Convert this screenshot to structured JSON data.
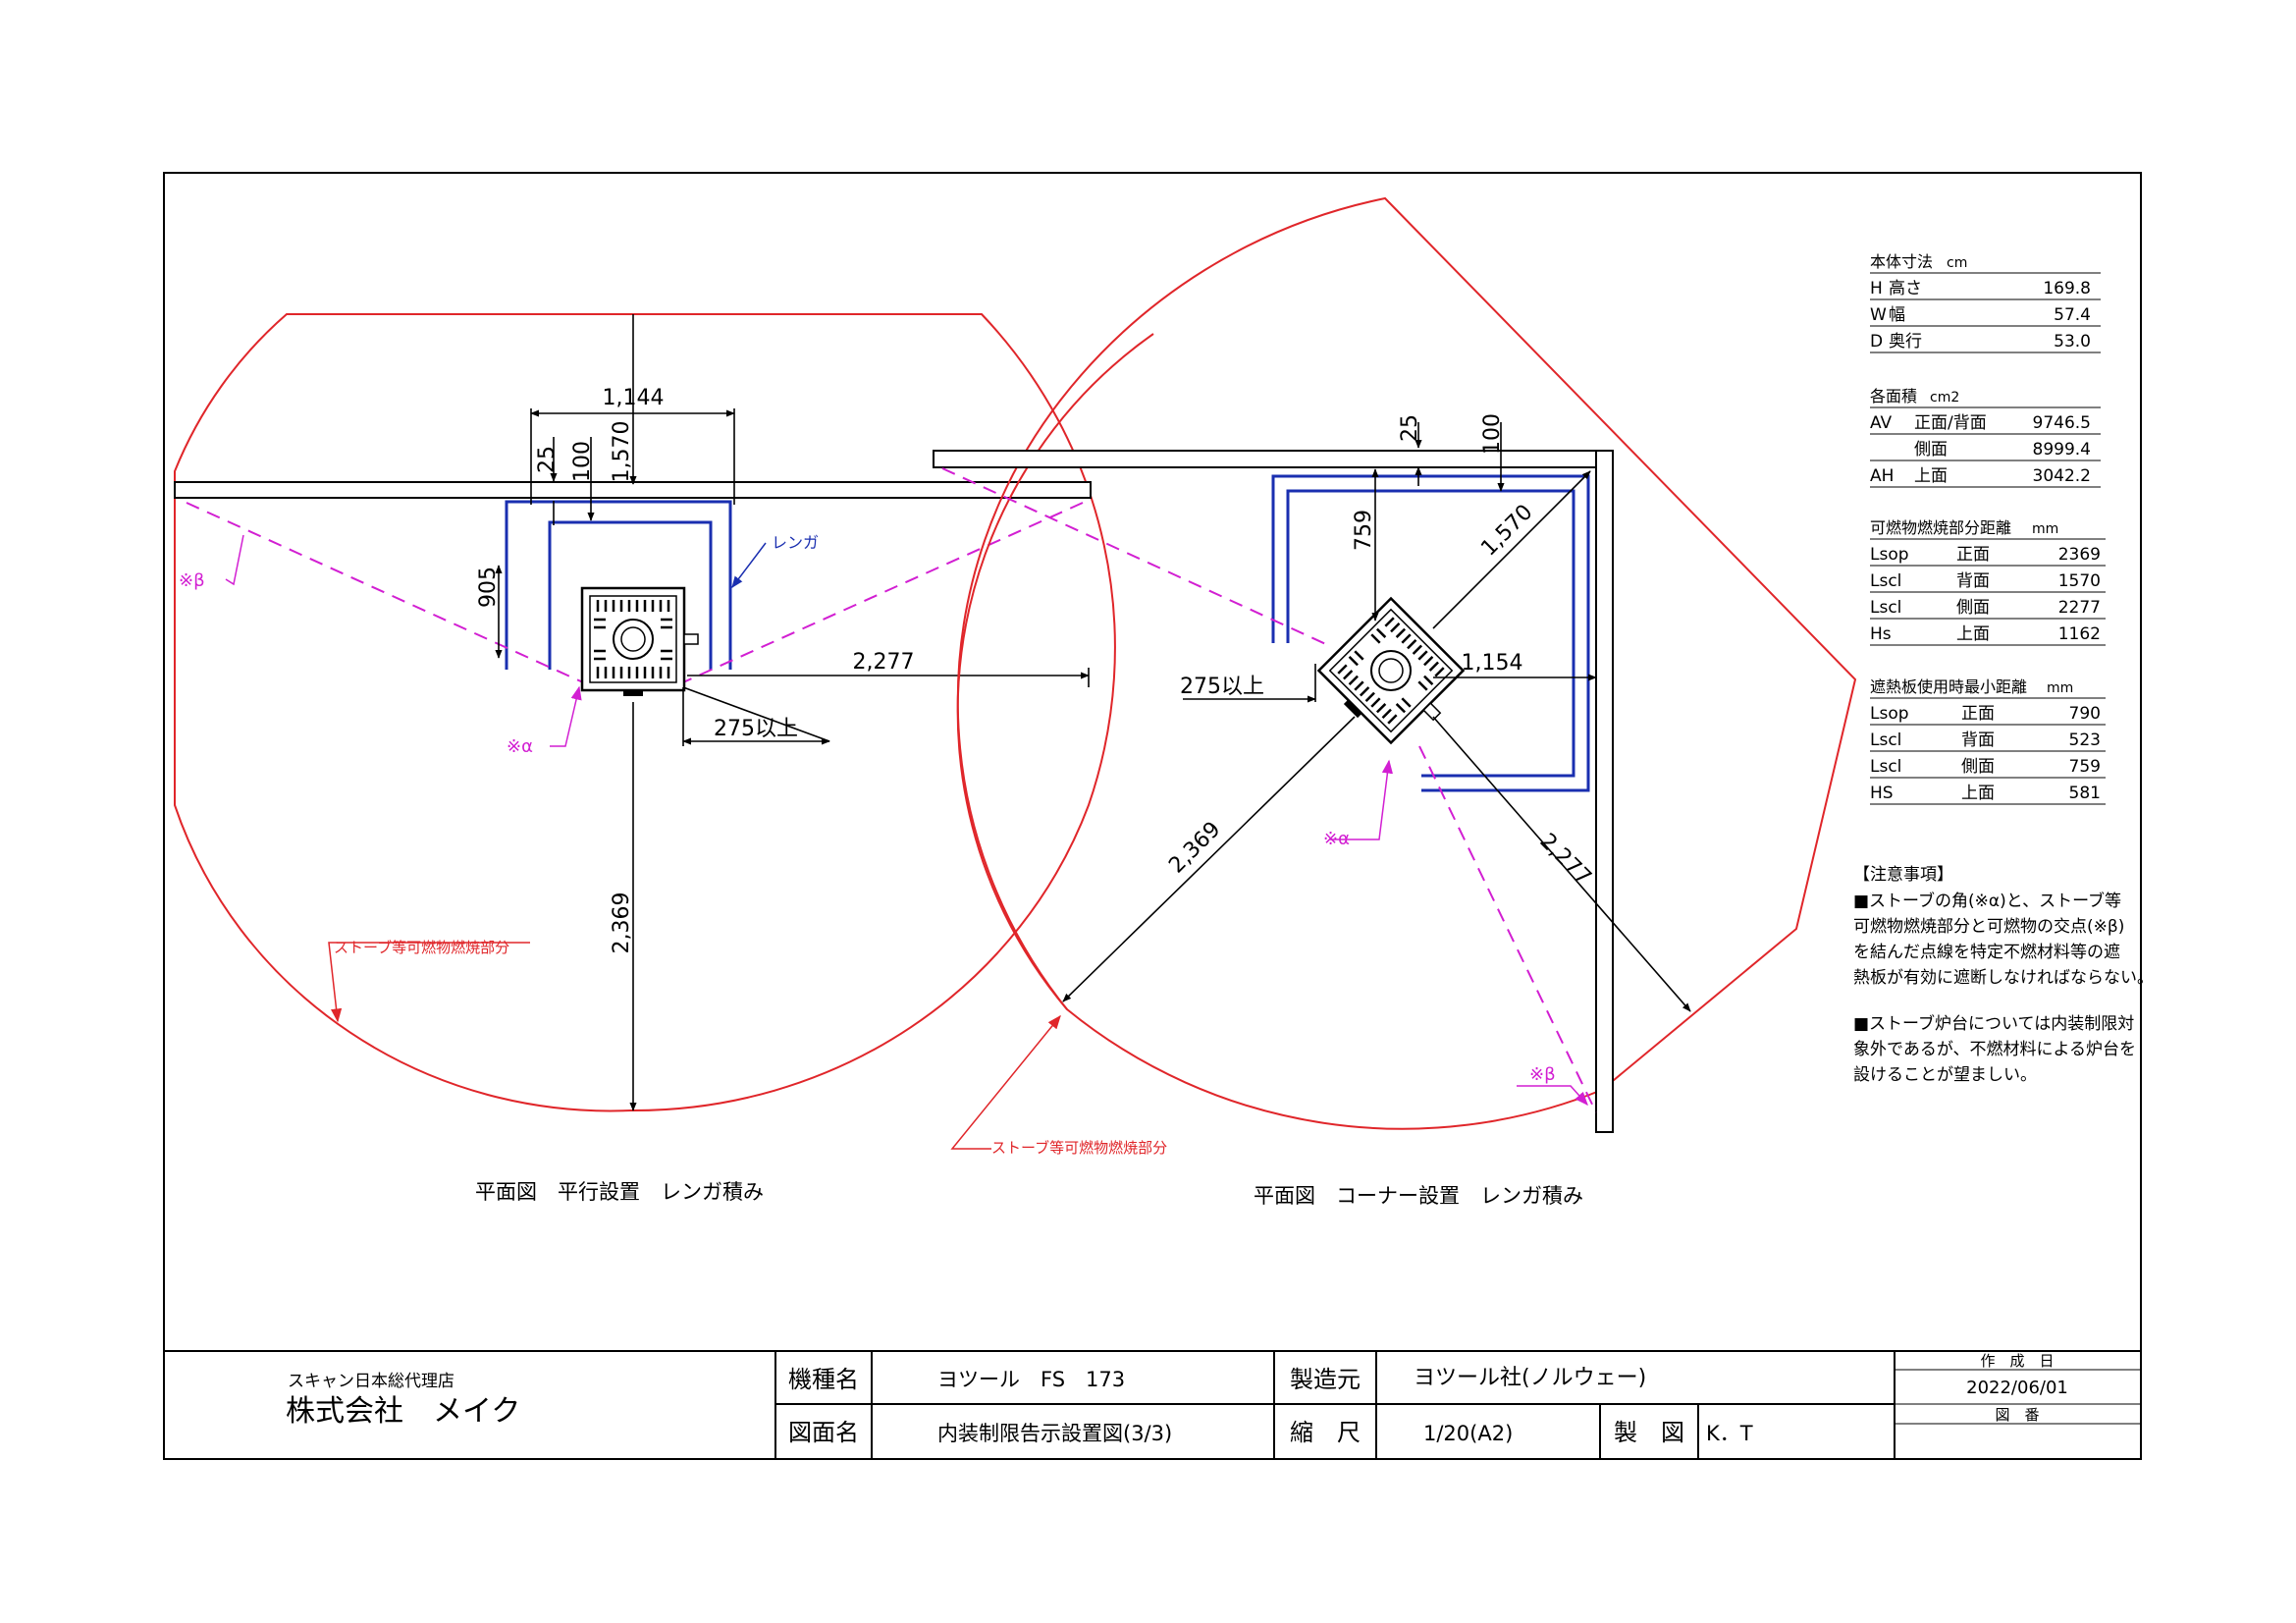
{
  "drawings": {
    "parallel": {
      "title": "平面図　平行設置　レンガ積み",
      "dims": {
        "width": "1,144",
        "top_gap": "25",
        "top_gap2": "100",
        "rear": "1,570",
        "side_height": "905",
        "side": "2,277",
        "hearth": "275以上",
        "front": "2,369"
      },
      "labels": {
        "brick": "レンガ",
        "beta": "※β",
        "alpha": "※α",
        "combustible": "ストーブ等可燃物燃焼部分"
      }
    },
    "corner": {
      "title": "平面図　コーナー設置　レンガ積み",
      "dims": {
        "top_gap": "25",
        "top_gap2": "100",
        "rear": "1,570",
        "side_height": "759",
        "hearth": "275以上",
        "side_width": "1,154",
        "front": "2,369",
        "side": "2,277"
      },
      "labels": {
        "alpha": "※α",
        "beta": "※β",
        "combustible": "ストーブ等可燃物燃焼部分"
      }
    }
  },
  "specs": {
    "body": {
      "title": "本体寸法",
      "unit": "cm",
      "rows": [
        [
          "H",
          "高さ",
          "169.8"
        ],
        [
          "W",
          "幅",
          "57.4"
        ],
        [
          "D",
          "奥行",
          "53.0"
        ]
      ]
    },
    "area": {
      "title": "各面積",
      "unit": "cm2",
      "rows": [
        [
          "AV",
          "正面/背面",
          "9746.5"
        ],
        [
          "",
          "側面",
          "8999.4"
        ],
        [
          "AH",
          "上面",
          "3042.2"
        ]
      ]
    },
    "combustible": {
      "title": "可燃物燃焼部分距離",
      "unit": "mm",
      "rows": [
        [
          "Lsop",
          "正面",
          "2369"
        ],
        [
          "Lscl",
          "背面",
          "1570"
        ],
        [
          "Lscl",
          "側面",
          "2277"
        ],
        [
          "Hs",
          "上面",
          "1162"
        ]
      ]
    },
    "shield": {
      "title": "遮熱板使用時最小距離",
      "unit": "mm",
      "rows": [
        [
          "Lsop",
          "正面",
          "790"
        ],
        [
          "Lscl",
          "背面",
          "523"
        ],
        [
          "Lscl",
          "側面",
          "759"
        ],
        [
          "HS",
          "上面",
          "581"
        ]
      ]
    }
  },
  "notes": {
    "title": "【注意事項】",
    "lines": [
      "■ストーブの角(※α)と、ストーブ等",
      "可燃物燃焼部分と可燃物の交点(※β)",
      "を結んだ点線を特定不燃材料等の遮",
      "熱板が有効に遮断しなければならない。",
      "",
      "■ストーブ炉台については内装制限対",
      "象外であるが、不燃材料による炉台を",
      "設けることが望ましい。"
    ]
  },
  "title_block": {
    "company_sub": "スキャン日本総代理店",
    "company": "株式会社　メイク",
    "model_label": "機種名",
    "model": "ヨツール　FS　173",
    "maker_label": "製造元",
    "maker": "ヨツール社(ノルウェー)",
    "drawing_label": "図面名",
    "drawing": "内装制限告示設置図(3/3)",
    "scale_label": "縮　尺",
    "scale": "1/20(A2)",
    "drafter_label": "製　図",
    "drafter": "K．T",
    "date_label": "作　成　日",
    "date": "2022/06/01",
    "number_label": "図　番",
    "number": ""
  },
  "colors": {
    "red": "#e0262a",
    "blue": "#1a2fb0",
    "magenta": "#d21fd2"
  }
}
